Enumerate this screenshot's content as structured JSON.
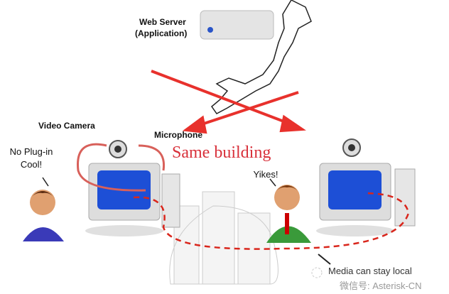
{
  "labels": {
    "web_server": "Web Server",
    "application": "(Application)",
    "video_camera": "Video Camera",
    "microphone": "Microphone",
    "no_plugin": "No Plug-in",
    "cool": "Cool!",
    "yikes": "Yikes!",
    "same_building": "Same building",
    "media_local": "Media can stay local",
    "watermark": "微信号: Asterisk-CN"
  },
  "colors": {
    "arrow_red": "#e8312c",
    "annotation_red": "#d8303a",
    "dashed_red": "#d9261c",
    "screen_blue": "#1d4fd6"
  }
}
